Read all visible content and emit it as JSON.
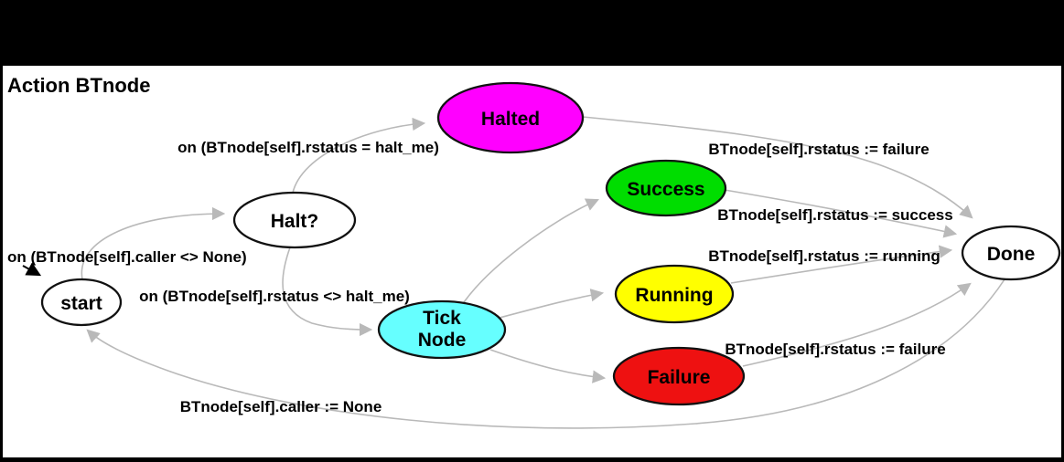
{
  "diagram": {
    "title": "Action BTnode",
    "edge_color": "#b9b9b9",
    "text_color": "#000000",
    "nodes": {
      "start": {
        "label": "start",
        "color": "#ffffff"
      },
      "halt": {
        "label": "Halt?",
        "color": "#ffffff"
      },
      "halted": {
        "label": "Halted",
        "color": "#ff00ff"
      },
      "tick": {
        "label": "Tick Node",
        "line1": "Tick",
        "line2": "Node",
        "color": "#66ffff"
      },
      "success": {
        "label": "Success",
        "color": "#00dd00"
      },
      "running": {
        "label": "Running",
        "color": "#ffff00"
      },
      "failure": {
        "label": "Failure",
        "color": "#ee1111"
      },
      "done": {
        "label": "Done",
        "color": "#ffffff"
      }
    },
    "edges": {
      "start_to_halt": {
        "label": "on (BTnode[self].caller <> None)"
      },
      "halt_to_halted": {
        "label": "on (BTnode[self].rstatus = halt_me)"
      },
      "halt_to_tick": {
        "label": "on (BTnode[self].rstatus <> halt_me)"
      },
      "halted_to_done": {
        "label": "BTnode[self].rstatus := failure"
      },
      "success_to_done": {
        "label": "BTnode[self].rstatus := success"
      },
      "running_to_done": {
        "label": "BTnode[self].rstatus := running"
      },
      "failure_to_done": {
        "label": "BTnode[self].rstatus := failure"
      },
      "done_to_start": {
        "label": "BTnode[self].caller := None"
      }
    }
  }
}
